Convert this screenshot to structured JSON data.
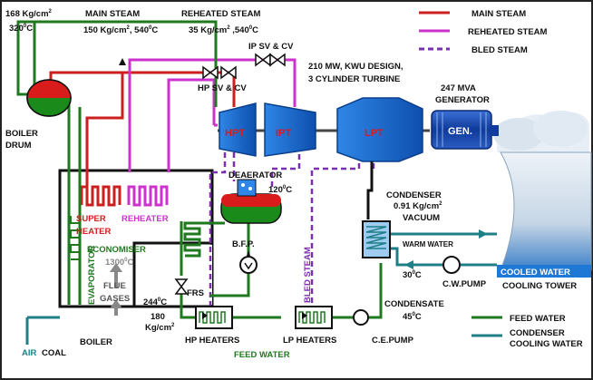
{
  "colors": {
    "main_steam": "#cc1f1f",
    "reheated_steam": "#cc33cc",
    "bled_steam": "#7a2fb0",
    "feed_water": "#1f7a1f",
    "cooling_water": "#1f7f86",
    "turbine_blue": "#1e6fd0",
    "drum_red": "#d81b1b",
    "drum_green": "#1a8a1a",
    "sky": "#dde8f2",
    "cooled_water": "#1e78d6"
  },
  "labels": {
    "drum_pressure": "168 Kg/cm",
    "drum_pressure_sup": "2",
    "drum_temp": "320",
    "drum_temp_sup": "0",
    "drum_temp_unit": "C",
    "main_steam_title": "MAIN STEAM",
    "main_steam_params": "150 Kg/cm",
    "main_steam_params_sup": "2",
    "main_steam_params_rest": ", 540",
    "main_steam_params_sup2": "0",
    "main_steam_params_unit": "C",
    "reheated_steam_title": "REHEATED STEAM",
    "reheated_steam_params": "35 Kg/cm",
    "reheated_steam_params_sup": "2",
    "reheated_steam_params_rest": " ,540",
    "reheated_steam_params_sup2": "0",
    "reheated_steam_params_unit": "C",
    "ip_valve": "IP SV & CV",
    "hp_valve": "HP SV & CV",
    "turbine_desc_1": "210 MW, KWU DESIGN,",
    "turbine_desc_2": "3 CYLINDER TURBINE",
    "generator_desc_1": "247 MVA",
    "generator_desc_2": "GENERATOR",
    "hpt": "HPT",
    "ipt": "IPT",
    "lpt": "LPT",
    "gen": "GEN.",
    "boiler_drum_1": "BOILER",
    "boiler_drum_2": "DRUM",
    "deaerator": "DEAERATOR",
    "deaerator_temp": "120",
    "deaerator_temp_sup": "0",
    "deaerator_temp_unit": "C",
    "super_heater_1": "SUPER",
    "super_heater_2": "HEATER",
    "reheater": "REHEATER",
    "economiser": "ECONOMISER",
    "furnace_temp": "1300",
    "furnace_temp_sup": "0",
    "furnace_temp_unit": "C",
    "flue_gases_1": "FLUE",
    "flue_gases_2": "GASES",
    "evaporator": "EVAPORATOR",
    "frs": "FRS",
    "bfp": "B.F.P.",
    "bled_steam_vertical": "BLED STEAM",
    "condenser_1": "CONDENSER",
    "condenser_2": "0.91 Kg/cm",
    "condenser_2_sup": "2",
    "condenser_3": "VACUUM",
    "warm_water": "WARM WATER",
    "cw_temp": "30",
    "cw_temp_sup": "0",
    "cw_temp_unit": "C",
    "cw_pump": "C.W.PUMP",
    "cooled_water": "COOLED WATER",
    "cooling_tower": "COOLING TOWER",
    "fw_temp": "244",
    "fw_temp_sup": "0",
    "fw_temp_unit": "C",
    "fw_pressure": "180",
    "fw_pressure_unit": "Kg/cm",
    "fw_pressure_sup": "2",
    "hp_heaters": "HP HEATERS",
    "lp_heaters": "LP HEATERS",
    "feed_water": "FEED WATER",
    "condensate_1": "CONDENSATE",
    "condensate_2": "45",
    "condensate_2_sup": "0",
    "condensate_2_unit": "C",
    "ce_pump": "C.E.PUMP",
    "air": "AIR",
    "coal": "COAL",
    "boiler": "BOILER"
  },
  "legend": [
    {
      "label": "MAIN STEAM",
      "color": "#cc1f1f",
      "style": "solid"
    },
    {
      "label": "REHEATED STEAM",
      "color": "#cc33cc",
      "style": "solid"
    },
    {
      "label": "BLED STEAM",
      "color": "#7a2fb0",
      "style": "dashed"
    },
    {
      "label": "FEED WATER",
      "color": "#1f7a1f",
      "style": "solid"
    },
    {
      "label": "CONDENSER",
      "color": "#1f7f86",
      "style": "solid"
    },
    {
      "label": "COOLING WATER",
      "color": "#1f7f86",
      "style": "none"
    }
  ]
}
